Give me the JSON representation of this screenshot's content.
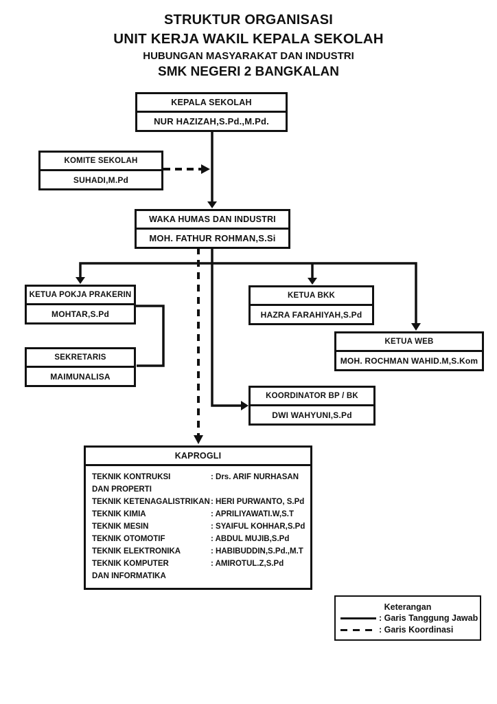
{
  "doc_title": {
    "line1": "STRUKTUR ORGANISASI",
    "line2": "UNIT KERJA WAKIL KEPALA SEKOLAH",
    "line3": "HUBUNGAN MASYARAKAT DAN INDUSTRI",
    "line4": "SMK NEGERI 2 BANGKALAN"
  },
  "colors": {
    "line": "#111111",
    "text": "#111111",
    "background": "#ffffff"
  },
  "boxes": {
    "kepala_sekolah": {
      "title": "KEPALA SEKOLAH",
      "name": "NUR HAZIZAH,S.Pd.,M.Pd."
    },
    "komite_sekolah": {
      "title": "KOMITE SEKOLAH",
      "name": "SUHADI,M.Pd"
    },
    "waka_humas": {
      "title": "WAKA HUMAS DAN INDUSTRI",
      "name": "MOH. FATHUR ROHMAN,S.Si"
    },
    "ketua_pokja_prakerin": {
      "title": "KETUA POKJA PRAKERIN",
      "name": "MOHTAR,S.Pd"
    },
    "ketua_bkk": {
      "title": "KETUA BKK",
      "name": "HAZRA FARAHIYAH,S.Pd"
    },
    "ketua_web": {
      "title": "KETUA WEB",
      "name": "MOH. ROCHMAN WAHID.M,S.Kom"
    },
    "sekretaris": {
      "title": "SEKRETARIS",
      "name": "MAIMUNALISA"
    },
    "koordinator_bp_bk": {
      "title": "KOORDINATOR BP / BK",
      "name": "DWI WAHYUNI,S.Pd"
    },
    "kaprogli": {
      "title": "KAPROGLI",
      "entries": [
        {
          "dept": "TEKNIK KONTRUKSI",
          "dept2": "DAN PROPERTI",
          "value": ": Drs. ARIF NURHASAN"
        },
        {
          "dept": "TEKNIK KETENAGALISTRIKAN",
          "dept2": "",
          "value": ": HERI PURWANTO, S.Pd"
        },
        {
          "dept": "TEKNIK KIMIA",
          "dept2": "",
          "value": ": APRILIYAWATI.W,S.T"
        },
        {
          "dept": "TEKNIK MESIN",
          "dept2": "",
          "value": ": SYAIFUL KOHHAR,S.Pd"
        },
        {
          "dept": "TEKNIK OTOMOTIF",
          "dept2": "",
          "value": ": ABDUL MUJIB,S.Pd"
        },
        {
          "dept": "TEKNIK ELEKTRONIKA",
          "dept2": "",
          "value": ": HABIBUDDIN,S.Pd.,M.T"
        },
        {
          "dept": "TEKNIK KOMPUTER",
          "dept2": "DAN INFORMATIKA",
          "value": ": AMIROTUL.Z,S.Pd"
        }
      ]
    }
  },
  "legend": {
    "title": "Keterangan",
    "items": [
      {
        "style": "solid",
        "label": ": Garis Tanggung Jawab"
      },
      {
        "style": "dashed",
        "label": ": Garis Koordinasi"
      }
    ]
  }
}
